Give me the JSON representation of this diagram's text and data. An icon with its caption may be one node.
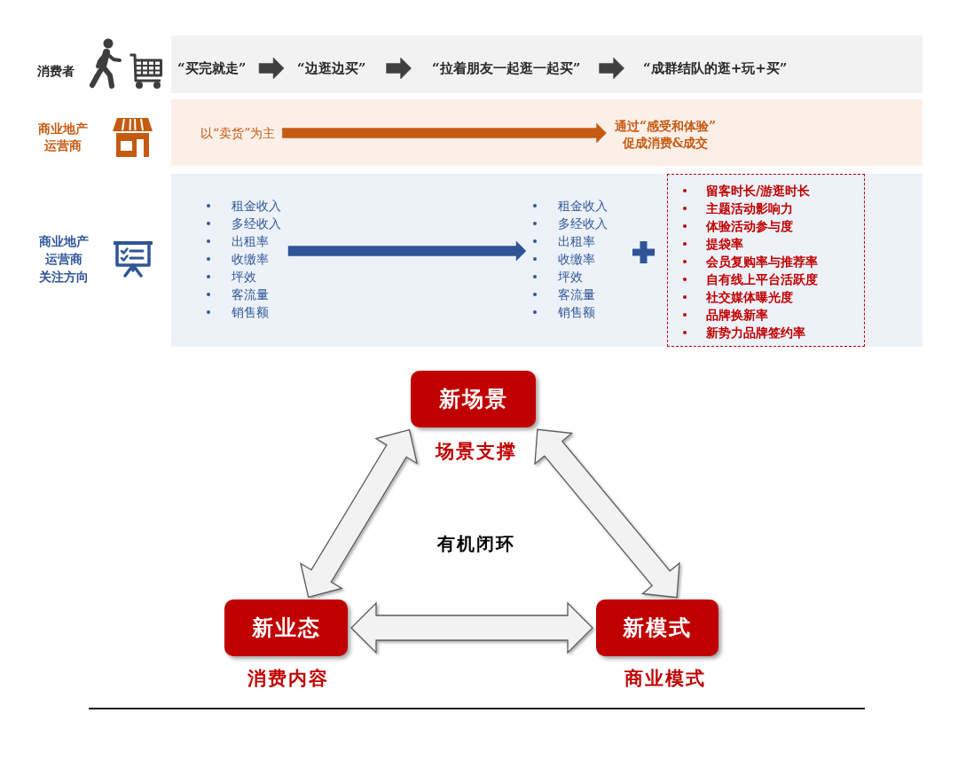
{
  "diagram": {
    "nodes": [
      {
        "text": [],
        "shape": "band"
      },
      {
        "text": [
          "“买完就走”"
        ],
        "in": 0
      },
      {
        "text": [
          "“边逛边买”"
        ],
        "in": 0
      },
      {
        "text": [
          "“拉着朋友一起逛一起买”"
        ],
        "in": 0
      },
      {
        "text": [
          "“成群结队的逛+玩+买”"
        ],
        "in": 0
      },
      {
        "text": [],
        "shape": "band"
      },
      {
        "text": [
          "以“卖货”为主"
        ],
        "in": 5
      },
      {
        "text": [
          "通过“感受和体验”促成消费&成交"
        ],
        "in": 5
      },
      {
        "text": [],
        "shape": "band"
      },
      {
        "text": [
          "租金收入",
          "多经收入",
          "出租率",
          "收缴率",
          "坪效",
          "客流量",
          "销售额"
        ],
        "in": 8
      },
      {
        "text": [
          "租金收入",
          "多经收入",
          "出租率",
          "收缴率",
          "坪效",
          "客流量",
          "销售额"
        ],
        "in": 8
      },
      {
        "text": [
          "留客时长/游逛时长",
          "主题活动影响力",
          "体验活动参与度",
          "提袋率",
          "会员复购率与推荐率",
          "自有线上平台活跃度",
          "社交媒体曝光度",
          "品牌换新率",
          "新势力品牌签约率"
        ],
        "in": 8
      },
      {
        "text": [
          "新场景"
        ],
        "beside": [
          "场景支撑"
        ]
      },
      {
        "text": [
          "新业态"
        ],
        "beside": [
          "消费内容"
        ]
      },
      {
        "text": [
          "新模式"
        ],
        "beside": [
          "商业模式"
        ]
      }
    ],
    "edges": [
      {
        "from": 1,
        "to": 2,
        "arrow": "to",
        "color": "#404040"
      },
      {
        "from": 2,
        "to": 3,
        "arrow": "to",
        "color": "#404040"
      },
      {
        "from": 3,
        "to": 4,
        "arrow": "to",
        "color": "#404040"
      },
      {
        "from": 6,
        "to": 7,
        "arrow": "to",
        "color": "#c55a11"
      },
      {
        "from": 9,
        "to": 10,
        "arrow": "to",
        "color": "#2f5597"
      },
      {
        "from": 12,
        "to": 13,
        "arrow": "both",
        "color": "#f2f2f2"
      },
      {
        "from": 12,
        "to": 14,
        "arrow": "both",
        "color": "#f2f2f2"
      },
      {
        "from": 13,
        "to": 14,
        "arrow": "both",
        "color": "#f2f2f2"
      }
    ],
    "labels": [
      "消费者",
      "商业地产运营商",
      "商业地产运营商关注方向",
      "有机闭环"
    ]
  }
}
